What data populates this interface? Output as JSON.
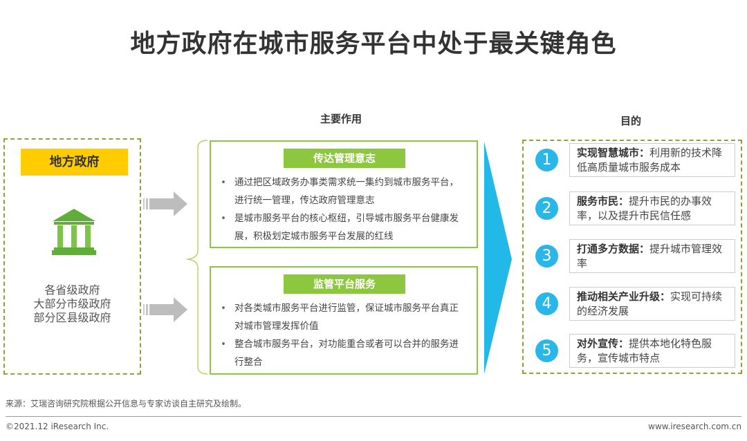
{
  "title": "地方政府在城市服务平台中处于最关键角色",
  "headers": {
    "roles": "主要作用",
    "goals": "目的"
  },
  "left": {
    "label": "地方政府",
    "icon": "government-building-icon",
    "levels": [
      "各省级政府",
      "大部分市级政府",
      "部分区县级政府"
    ]
  },
  "panels": [
    {
      "title": "传达管理意志",
      "bullets": [
        "通过把区域政务办事类需求统一集约到城市服务平台，进行统一管理，传达政府管理意志",
        "是城市服务平台的核心枢纽，引导城市服务平台健康发展，积极划定城市服务平台发展的红线"
      ]
    },
    {
      "title": "监管平台服务",
      "bullets": [
        "对各类城市服务平台进行监管，保证城市服务平台真正对城市管理发挥价值",
        "整合城市服务平台，对功能重合或者可以合并的服务进行整合"
      ]
    }
  ],
  "goals": [
    {
      "num": "1",
      "head": "实现智慧城市：",
      "text": "利用新的技术降低高质量城市服务成本"
    },
    {
      "num": "2",
      "head": "服务市民：",
      "text": "提升市民的办事效率，以及提升市民信任感"
    },
    {
      "num": "3",
      "head": "打通多方数据：",
      "text": "提升城市管理效率"
    },
    {
      "num": "4",
      "head": "推动相关产业升级：",
      "text": "实现可持续的经济发展"
    },
    {
      "num": "5",
      "head": "对外宣传：",
      "text": "提供本地化特色服务，宣传城市特点"
    }
  ],
  "footer": {
    "source": "来源：艾瑞咨询研究院根据公开信息与专家访谈自主研究及绘制。",
    "copyright": "©2021.12 iResearch Inc.",
    "site": "www.iresearch.com.cn"
  },
  "colors": {
    "green": "#8dc63f",
    "yellow": "#ffcc00",
    "cyan": "#29b6e8"
  }
}
